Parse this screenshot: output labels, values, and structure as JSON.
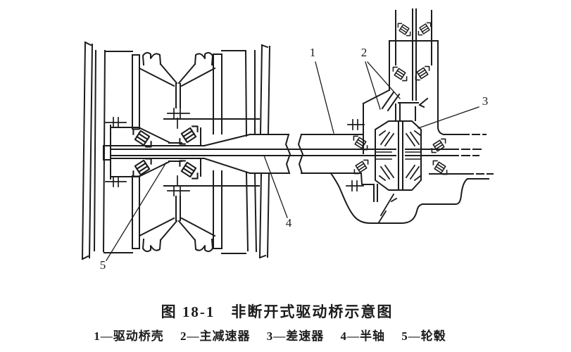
{
  "colors": {
    "ink": "#1c1c1c",
    "paper": "#ffffff"
  },
  "figure": {
    "caption": "图 18-1　非断开式驱动桥示意图",
    "legend": "1—驱动桥壳　 2—主减速器　 3—差速器　 4—半轴　 5—轮毂"
  },
  "callouts": [
    {
      "n": "1",
      "label": "驱动桥壳"
    },
    {
      "n": "2",
      "label": "主减速器"
    },
    {
      "n": "3",
      "label": "差速器"
    },
    {
      "n": "4",
      "label": "半轴"
    },
    {
      "n": "5",
      "label": "轮毂"
    }
  ]
}
